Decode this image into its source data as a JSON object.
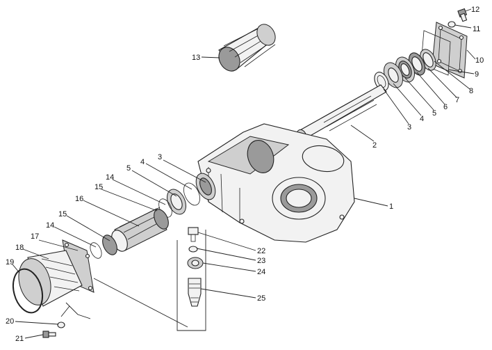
{
  "diagram": {
    "labels": {
      "n1": "1",
      "n2": "2",
      "n3": "3",
      "n4": "4",
      "n5": "5",
      "n6": "6",
      "n7": "7",
      "n8": "8",
      "n9": "9",
      "n10": "10",
      "n11": "11",
      "n12": "12",
      "n13": "13",
      "n14a": "14",
      "n15a": "15",
      "n5b": "5",
      "n4b": "4",
      "n3b": "3",
      "n16": "16",
      "n15b": "15",
      "n14b": "14",
      "n17": "17",
      "n18": "18",
      "n19": "19",
      "n20": "20",
      "n21": "21",
      "n22": "22",
      "n23": "23",
      "n24": "24",
      "n25": "25"
    }
  }
}
